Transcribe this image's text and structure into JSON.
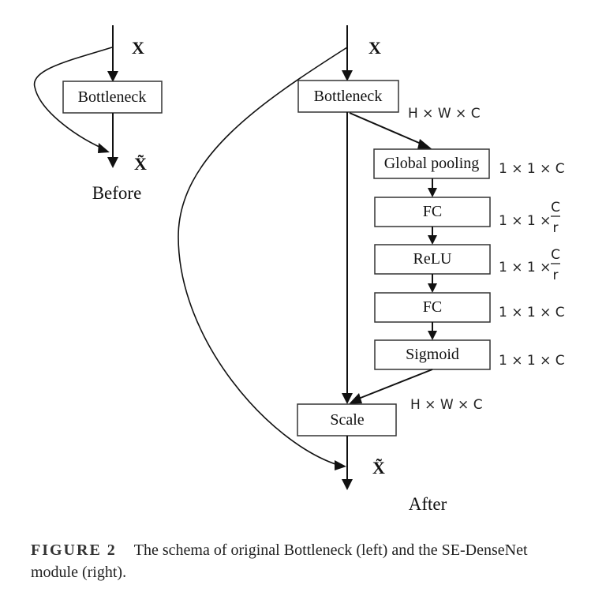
{
  "before": {
    "input_label": "X",
    "block_label": "Bottleneck",
    "output_label": "X̃",
    "title": "Before"
  },
  "after": {
    "input_label": "X",
    "bottleneck_label": "Bottleneck",
    "bottleneck_dim": "H × W × C",
    "se_blocks": [
      {
        "label": "Global pooling",
        "dim": "1 × 1 × C"
      },
      {
        "label": "FC",
        "dim_prefix": "1 × 1 ×",
        "dim_num": "C",
        "dim_den": "r"
      },
      {
        "label": "ReLU",
        "dim_prefix": "1 × 1 ×",
        "dim_num": "C",
        "dim_den": "r"
      },
      {
        "label": "FC",
        "dim": "1 × 1 × C"
      },
      {
        "label": "Sigmoid",
        "dim": "1 × 1 × C"
      }
    ],
    "scale_label": "Scale",
    "scale_dim": "H × W × C",
    "output_label": "X̃",
    "title": "After"
  },
  "caption": {
    "figure_label": "FIGURE 2",
    "text": "The schema of original Bottleneck (left) and the SE-DenseNet module (right)."
  }
}
